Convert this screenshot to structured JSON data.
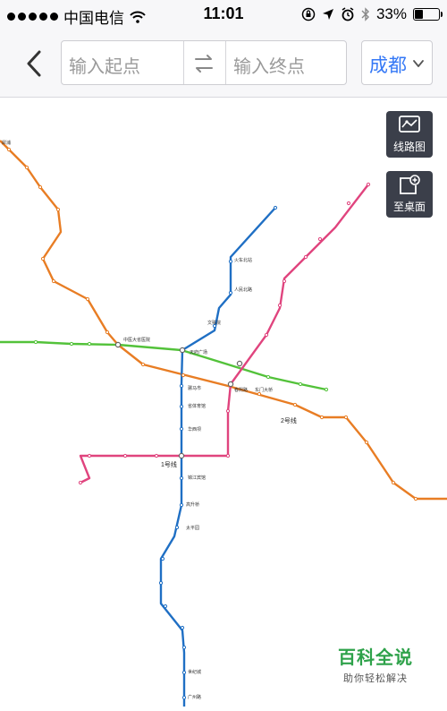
{
  "status_bar": {
    "carrier": "中国电信",
    "time": "11:01",
    "battery": "33%",
    "battery_level": 0.33
  },
  "nav": {
    "start_placeholder": "输入起点",
    "end_placeholder": "输入终点",
    "city": "成都"
  },
  "buttons": {
    "route_map": "线路图",
    "to_desktop": "至桌面"
  },
  "map": {
    "line_labels": {
      "line1": "1号线",
      "line2": "2号线"
    },
    "colors": {
      "line1": "#1f6fc4",
      "line2": "#e87d24",
      "line3": "#e0447e",
      "line4": "#53c23a"
    },
    "station_labels": [
      "天府广场",
      "骡马市",
      "人民北路",
      "春熙路",
      "东门大桥",
      "省体育馆",
      "华西坝",
      "火车北站",
      "中医大省医院",
      "太平园",
      "高升桥",
      "锦江宾馆",
      "文殊院",
      "犀浦",
      "世纪城",
      "广州路"
    ]
  },
  "watermark": {
    "title": "百科全说",
    "subtitle": "助你轻松解决"
  }
}
